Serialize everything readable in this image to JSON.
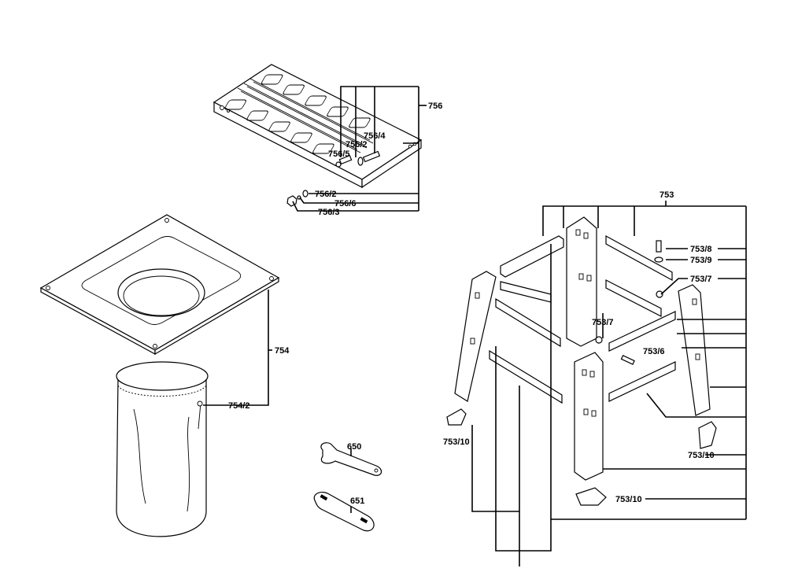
{
  "labels": {
    "l756": "756",
    "l756_5": "756/5",
    "l756_2a": "756/2",
    "l756_4": "756/4",
    "l756_2b": "756/2",
    "l756_6": "756/6",
    "l756_3": "756/3",
    "l754": "754",
    "l754_2": "754/2",
    "l650": "650",
    "l651": "651",
    "l753": "753",
    "l753_8": "753/8",
    "l753_9": "753/9",
    "l753_7a": "753/7",
    "l753_7b": "753/7",
    "l753_6": "753/6",
    "l753_10a": "753/10",
    "l753_10b": "753/10",
    "l753_10c": "753/10"
  }
}
